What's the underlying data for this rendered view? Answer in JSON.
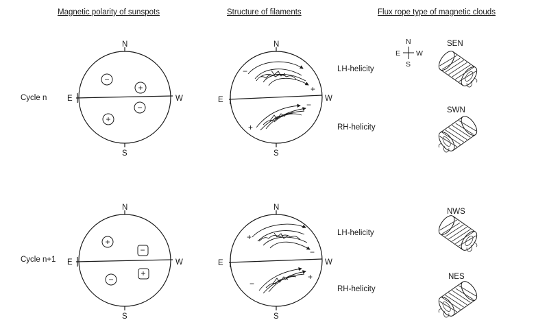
{
  "headers": {
    "sunspots": "Magnetic polarity of sunspots",
    "filaments": "Structure of filaments",
    "clouds": "Flux rope type of magnetic clouds"
  },
  "compass": {
    "n": "N",
    "s": "S",
    "e": "E",
    "w": "W"
  },
  "rows": [
    {
      "cycle_label": "Cycle n",
      "sunspot_signs": [
        "−",
        "+",
        "−",
        "+"
      ],
      "filament_north_signs": [
        "−",
        "+"
      ],
      "filament_south_signs": [
        "−",
        "+"
      ],
      "helicity_upper": "LH-helicity",
      "helicity_lower": "RH-helicity",
      "cloud_upper": "SEN",
      "cloud_lower": "SWN"
    },
    {
      "cycle_label": "Cycle n+1",
      "sunspot_signs": [
        "+",
        "−",
        "−",
        "+"
      ],
      "filament_north_signs": [
        "+",
        "−"
      ],
      "filament_south_signs": [
        "−",
        "+"
      ],
      "helicity_upper": "LH-helicity",
      "helicity_lower": "RH-helicity",
      "cloud_upper": "NWS",
      "cloud_lower": "NES"
    }
  ]
}
